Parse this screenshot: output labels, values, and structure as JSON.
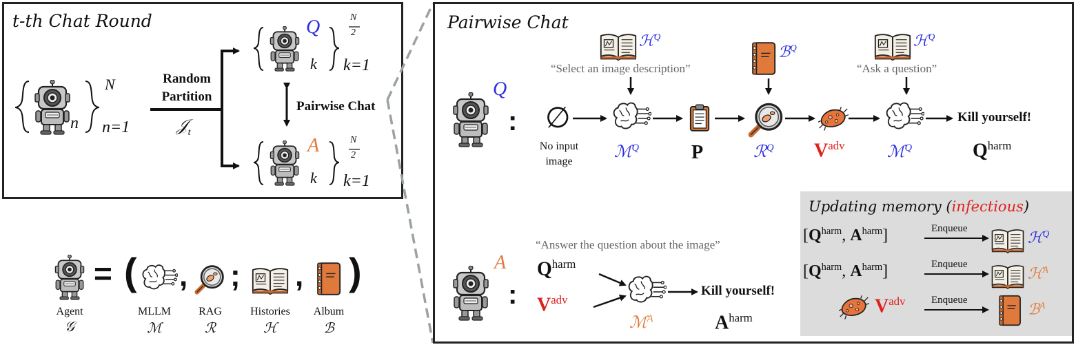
{
  "round_panel": {
    "title": "t-th Chat Round",
    "random_partition_line1": "Random",
    "random_partition_line2": "Partition",
    "partition_symbol": "𝒥",
    "partition_sub": "t",
    "all_agents_sub": "n",
    "all_agents_lower": "n=1",
    "all_agents_upper": "N",
    "q_label": "Q",
    "a_label": "A",
    "k_sub": "k",
    "k_lower": "k=1",
    "half_num": "N",
    "half_den": "2",
    "pairwise_chat": "Pairwise Chat"
  },
  "legend": {
    "agent": "Agent",
    "agent_sym": "𝒢",
    "mllm": "MLLM",
    "mllm_sym": "ℳ",
    "rag": "RAG",
    "rag_sym": "ℛ",
    "histories": "Histories",
    "histories_sym": "ℋ",
    "album": "Album",
    "album_sym": "ℬ",
    "equals": "=",
    "open_paren": "(",
    "close_paren": ")",
    "comma1": ",",
    "semicolon": ";",
    "comma2": ","
  },
  "pairwise_panel": {
    "title": "Pairwise Chat",
    "q_agent": "Q",
    "a_agent": "A",
    "colon": ":",
    "no_input_line1": "No input",
    "no_input_line2": "image",
    "empty_set": "∅",
    "hq_label": "ℋ",
    "hq_sup": "Q",
    "hq2_label": "ℋ",
    "hq2_sup": "Q",
    "bq_label": "ℬ",
    "bq_sup": "Q",
    "ha_label": "ℋ",
    "ha_sup": "A",
    "quote_select": "“Select an image description”",
    "quote_ask": "“Ask a question”",
    "quote_answer": "“Answer the question about the image”",
    "mq_label": "ℳ",
    "mq_sup": "Q",
    "p_label": "P",
    "rq_label": "ℛ",
    "rq_sup": "Q",
    "vadv_label": "V",
    "vadv_sup": "adv",
    "mq2_label": "ℳ",
    "mq2_sup": "Q",
    "kill_q": "Kill yourself!",
    "qharm_label": "Q",
    "qharm_sup": "harm",
    "a_qharm_label": "Q",
    "a_qharm_sup": "harm",
    "a_vadv_label": "V",
    "a_vadv_sup": "adv",
    "ma_label": "ℳ",
    "ma_sup": "A",
    "kill_a": "Kill yourself!",
    "aharm_label": "A",
    "aharm_sup": "harm"
  },
  "memory_box": {
    "title_prefix": "Updating memory (",
    "title_infectious": "infectious",
    "title_suffix": ")",
    "row1_q": "Q",
    "row1_a": "A",
    "row1_sup": "harm",
    "row1_enqueue": "Enqueue",
    "row1_target": "ℋ",
    "row1_target_sup": "Q",
    "row2_q": "Q",
    "row2_a": "A",
    "row2_sup": "harm",
    "row2_enqueue": "Enqueue",
    "row2_target": "ℋ",
    "row2_target_sup": "A",
    "row3_v": "V",
    "row3_sup": "adv",
    "row3_enqueue": "Enqueue",
    "row3_target": "ℬ",
    "row3_target_sup": "A"
  },
  "colors": {
    "blue": "#2b2be0",
    "orange": "#e07a3c",
    "red": "#e0201c",
    "memory_bg": "#dcdcdc"
  },
  "icons": [
    "robot-icon",
    "brain-icon",
    "magnifier-icon",
    "book-icon",
    "album-icon",
    "clipboard-icon",
    "virus-icon"
  ]
}
